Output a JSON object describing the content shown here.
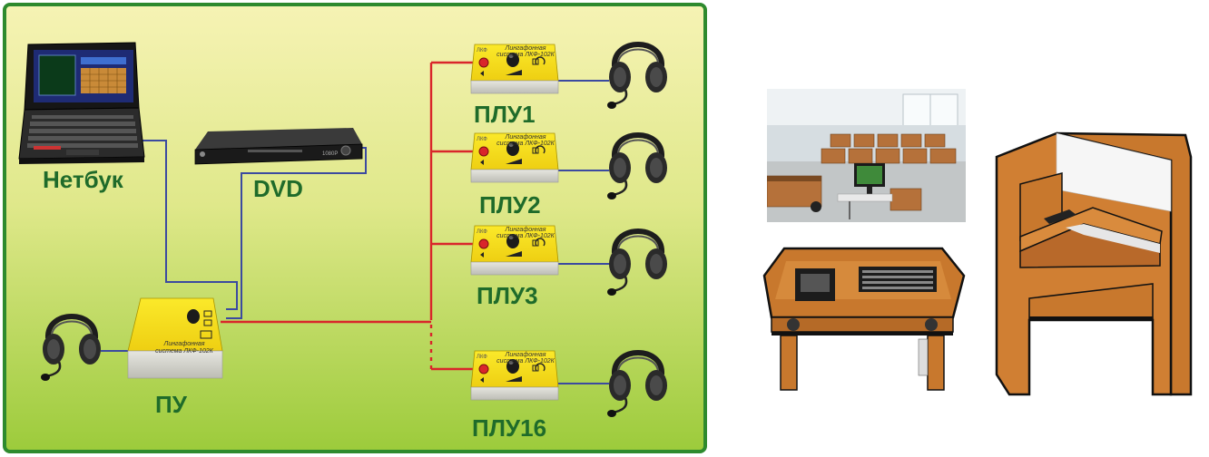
{
  "labels": {
    "netbook": "Нетбук",
    "dvd": "DVD",
    "pu": "ПУ",
    "plu1": "ПЛУ1",
    "plu2": "ПЛУ2",
    "plu3": "ПЛУ3",
    "plu16": "ПЛУ16"
  },
  "device_text": {
    "line1": "Лингафонная",
    "line2": "система ЛКФ-102К"
  },
  "colors": {
    "frame_border": "#2e8a2e",
    "bg_top": "#f4f1a8",
    "bg_bottom": "#9fcb3a",
    "red_wire": "#d9262b",
    "blue_wire": "#3b4aa0",
    "device_yellow": "#f3df1c",
    "label_green": "#1f6b2a",
    "wood": "#c8782d"
  }
}
